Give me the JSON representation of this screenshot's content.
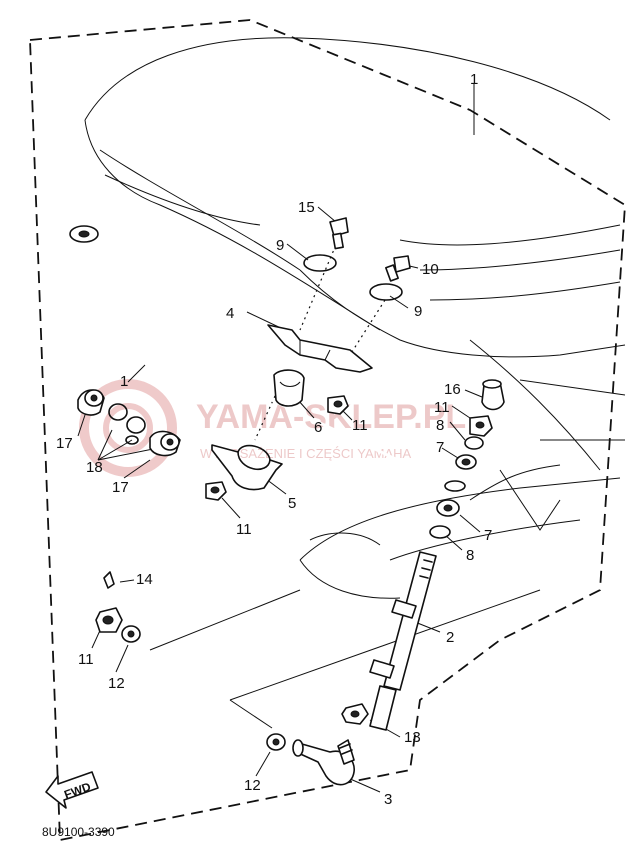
{
  "diagram": {
    "part_code": "8U9100-3390",
    "fwd_label": "FWD",
    "callouts": {
      "c1_top": "1",
      "c1_rod": "1",
      "c2": "2",
      "c3": "3",
      "c4": "4",
      "c5": "5",
      "c6": "6",
      "c7_a": "7",
      "c7_b": "7",
      "c8_a": "8",
      "c8_b": "8",
      "c9_a": "9",
      "c9_b": "9",
      "c10": "10",
      "c11_a": "11",
      "c11_b": "11",
      "c11_c": "11",
      "c11_d": "11",
      "c12_a": "12",
      "c12_b": "12",
      "c13": "13",
      "c14": "14",
      "c15": "15",
      "c16": "16",
      "c17_a": "17",
      "c17_b": "17",
      "c18": "18"
    },
    "watermark": {
      "main": "YAMA-SKLEP.PL",
      "sub": "WYPOSAŻENIE I CZĘŚCI YAMAHA"
    }
  }
}
